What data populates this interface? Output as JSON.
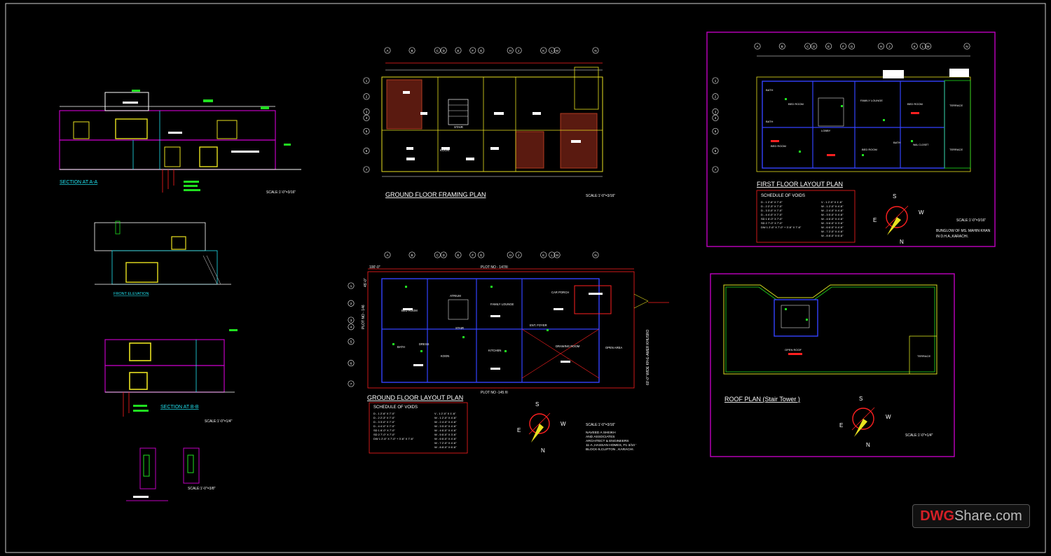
{
  "sheet": {
    "titles": {
      "section_aa": "SECTION AT A-A",
      "front_elevation": "FRONT ELEVATION",
      "section_bb": "SECTION AT B-B",
      "ground_framing": "GROUND FLOOR FRAMING PLAN",
      "ground_layout": "GROUND FLOOR LAYOUT PLAN",
      "first_layout": "FIRST FLOOR LAYOUT PLAN",
      "roof_plan": "ROOF PLAN (Stair Tower )"
    },
    "scales": {
      "section_aa": "SCALE:1'-0\"=3/16\"",
      "section_bb": "SCALE:1'-0\"=1/4\"",
      "details": "SCALE:1'-0\"=3/8\"",
      "ground_framing": "SCALE:1'-0\"=3/16\"",
      "ground_layout": "SCALE:1'-0\"=3/16\"",
      "first_layout": "SCALE:1'-0\"=3/16\"",
      "roof_plan": "SCALE:1'-0\"=1/4\""
    },
    "plot_labels": {
      "top": "PLOT NO - 147/II",
      "bottom": "PLOT NO -145 /II",
      "left": "PLOT NO - 146",
      "right": "60'-0\" WIDE KH-E-AMER KHUSRO",
      "width_dim": "100'-0\"",
      "depth_dim": "45'-0\""
    },
    "compass": {
      "n": "N",
      "s": "S",
      "e": "E",
      "w": "W"
    },
    "schedule": {
      "title": "SCHEDULE OF VOIDS",
      "left_rows": [
        "D - 1   2'-6\" X 7'-0\"",
        "D - 2   2'-3\" X 7'-0\"",
        "D - 3   3'-0\" X 7'-0\"",
        "D - 4   4'-0\" X 7'-0\"",
        "SD 1   6'-0\" X 7'-0\"",
        "SD 2   7'-0\" X 7'-0\"",
        "DW 1   2'-6\" X 7'-0\" + 3'-6\" X 7'-6\""
      ],
      "right_rows": [
        "V - 1   2'-0\" X 1'-6\"",
        "W - 1   2'-0\" X 4'-6\"",
        "W - 2   4'-0\" X 4'-6\"",
        "W - 3   5'-0\" X 4'-6\"",
        "W - 4   6'-0\" X 4'-6\"",
        "W - 5   6'-0\" X 3'-6\"",
        "W - 6   6'-0\" X 4'-6\"",
        "W - 7   2'-0\" X 4'-6\"",
        "W - 8   8'-0\" X 6'-6\""
      ]
    },
    "first_floor_rooms": [
      "BED ROOM",
      "FAMILY LOUNGE",
      "BED ROOM",
      "TERRACE",
      "BATH",
      "BATH",
      "LOBBY",
      "BED ROOM",
      "BED ROOM",
      "BATH",
      "TERRACE",
      "WAL CLOSET"
    ],
    "ground_rooms": [
      "ATRIUM",
      "FAMILY LOUNGE",
      "CAR PORCH",
      "BED ROOM",
      "STAIR",
      "ENT. FOYER",
      "BATH",
      "DRESS",
      "KITCHEN",
      "KOON",
      "DRAWING ROOM",
      "OPEN AREA"
    ],
    "framing_rooms": [
      "STAIR",
      "KOON"
    ],
    "roof_rooms": [
      "OPEN ROOF",
      "TERRACE"
    ],
    "client_note": [
      "BUNGLOW OF MS. MAHIN KHAN",
      "IN D.H.A.,KARACHI."
    ],
    "architect_note": [
      "NAVEED A SHEIKH",
      "AND ASSOCIATES",
      "ARCHITECT & ENGINEERS",
      "11-A ,HASSAN HOMES, F1-3/10 '",
      "BLOCK-5,CLIFTON , KARACHI."
    ],
    "watermark": {
      "brand_a": "DWG",
      "brand_b": "Share.com"
    },
    "grid_letters": [
      "A",
      "B",
      "C",
      "D",
      "E",
      "F",
      "G",
      "H",
      "J",
      "K",
      "L",
      "M",
      "N"
    ],
    "grid_numbers": [
      "1",
      "2",
      "3",
      "4",
      "5",
      "6",
      "7"
    ],
    "colors": {
      "background": "#000000",
      "frame": "#ffffff",
      "wall": "#3342ff",
      "cyan": "#21e3f0",
      "green": "#20e020",
      "red": "#ff2020",
      "magenta": "#c000c0",
      "yellow": "#e8e020",
      "hatch": "#b03a20"
    }
  }
}
